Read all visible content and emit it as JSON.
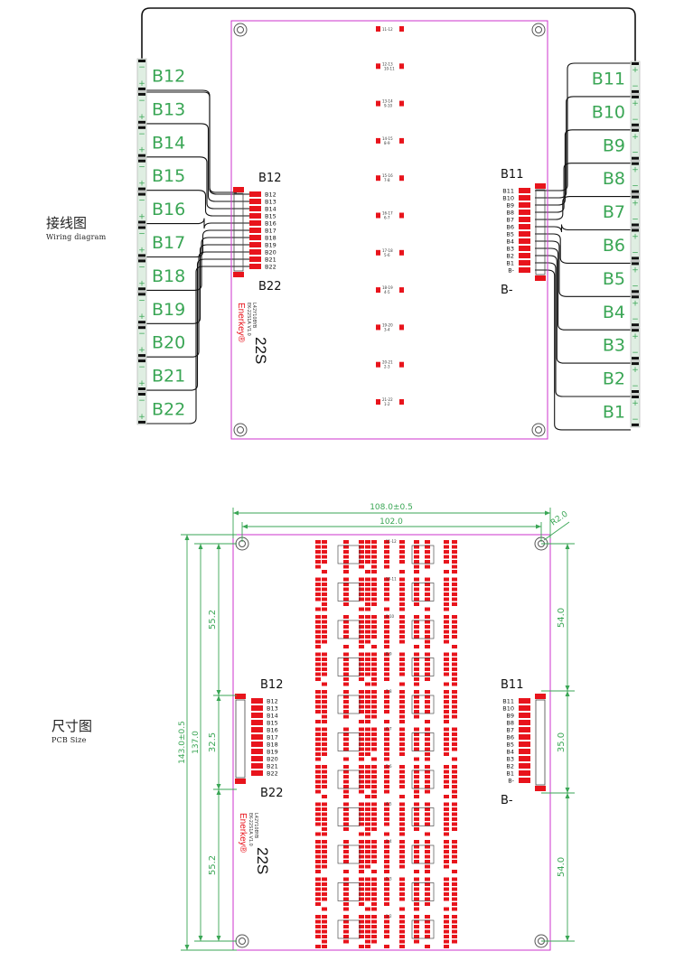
{
  "sections": [
    {
      "zh": "接线图",
      "en": "Wiring diagram"
    },
    {
      "zh": "尺寸图",
      "en": "PCB Size"
    }
  ],
  "cells_left": [
    "B12",
    "B13",
    "B14",
    "B15",
    "B16",
    "B17",
    "B18",
    "B19",
    "B20",
    "B21",
    "B22"
  ],
  "cells_right": [
    "B11",
    "B10",
    "B9",
    "B8",
    "B7",
    "B6",
    "B5",
    "B4",
    "B3",
    "B2",
    "B1"
  ],
  "connector_left": {
    "title": "B12",
    "bottom": "B22",
    "pins": [
      "B12",
      "B13",
      "B14",
      "B15",
      "B16",
      "B17",
      "B18",
      "B19",
      "B20",
      "B21",
      "B22"
    ]
  },
  "connector_right": {
    "title": "B11",
    "bottom": "B-",
    "pins": [
      "B11",
      "B10",
      "B9",
      "B8",
      "B7",
      "B6",
      "B5",
      "B4",
      "B3",
      "B2",
      "B1",
      "B-"
    ]
  },
  "board": {
    "brand": "Enerkey®",
    "model_line1": "EK-22S1A V1.0",
    "model_line2": "L42Y10BYB",
    "series": "22S",
    "balance_labels": [
      "11-12",
      "12-13",
      "10-11",
      "13-14",
      "9-10",
      "14-15",
      "8-9",
      "15-16",
      "7-8",
      "16-17",
      "6-7",
      "17-18",
      "5-6",
      "18-19",
      "4-5",
      "19-20",
      "3-4",
      "20-21",
      "2-3",
      "21-22",
      "1-2"
    ]
  },
  "dimensions": {
    "width_outer": "108.0±0.5",
    "width_inner": "102.0",
    "radius": "R2.0",
    "height_outer": "143.0±0.5",
    "height_inner": "137.0",
    "left_top": "55.2",
    "left_mid": "32.5",
    "left_bottom": "55.2",
    "right_top": "54.0",
    "right_mid": "35.0",
    "right_bottom": "54.0"
  },
  "colors": {
    "board_outline": "#cc33cc",
    "pad": "#e8141c",
    "cell_label": "#3aa655",
    "cell_body": "#dfeee2",
    "dimension": "#3aa655",
    "wire": "#111111"
  }
}
